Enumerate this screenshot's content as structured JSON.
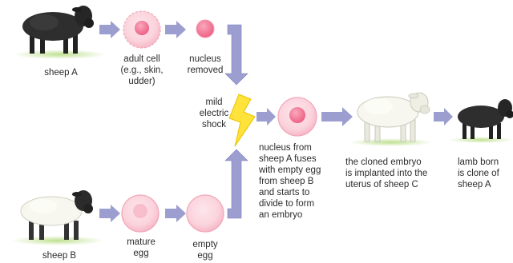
{
  "labels": {
    "sheep_a": "sheep A",
    "adult_cell": "adult cell\n(e.g., skin,\nudder)",
    "nucleus_removed": "nucleus\nremoved",
    "mild_shock": "mild\nelectric\nshock",
    "fuses": "nucleus from\nsheep A fuses\nwith empty egg\nfrom sheep B\nand starts to\ndivide to form\nan embryo",
    "implanted": "the cloned embryo\nis implanted into the\nuterus of sheep C",
    "lamb": "lamb born\nis clone of\nsheep A",
    "sheep_b": "sheep B",
    "mature_egg": "mature\negg",
    "empty_egg": "empty\negg"
  },
  "colors": {
    "arrow": "#9c9ed0",
    "cell_fill": "#fbd3dc",
    "cell_ring": "#f3a9ba",
    "nucleus": "#f06f8e",
    "black_sheep": "#2a2a2a",
    "white_sheep": "#f6f6ef",
    "bolt": "#ffe23a",
    "grass": "#bfe08f"
  }
}
